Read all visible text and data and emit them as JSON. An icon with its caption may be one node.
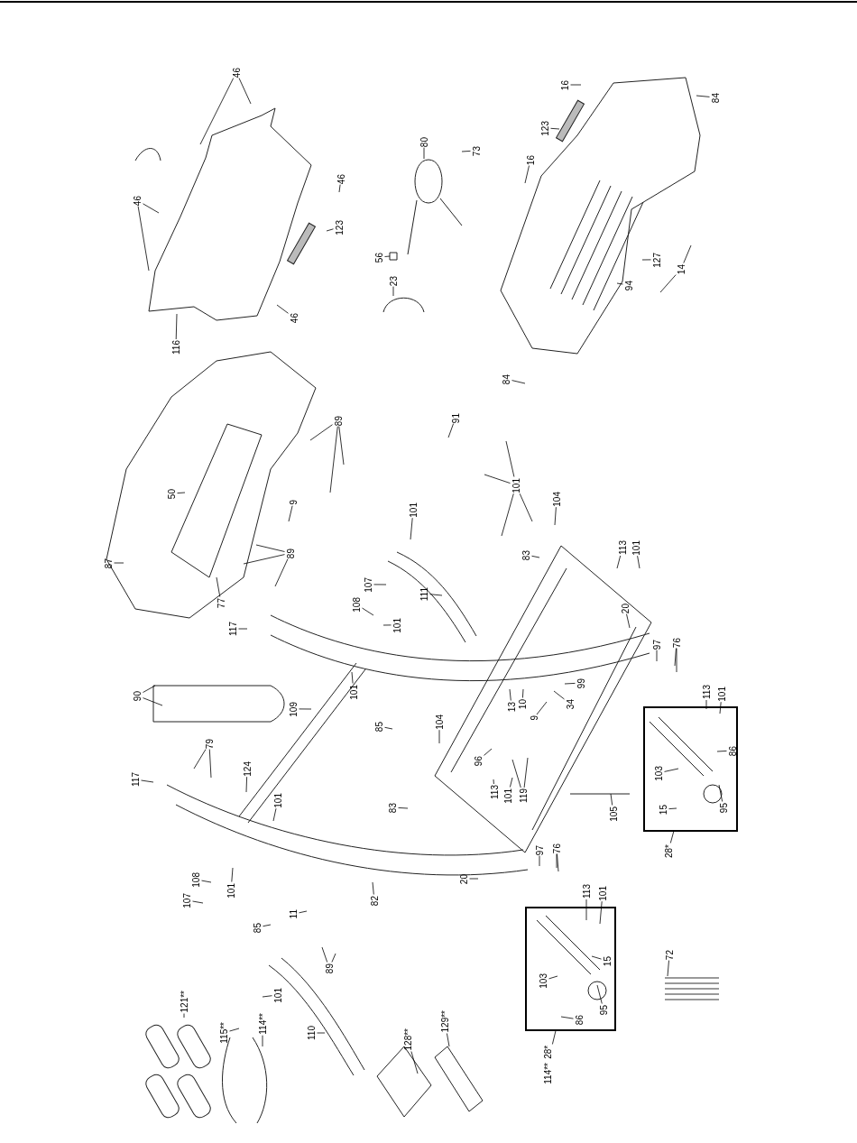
{
  "diagram": {
    "nodes": [
      {
        "text": [
          "46"
        ]
      },
      {
        "text": [
          "46"
        ]
      },
      {
        "text": [
          "46"
        ]
      },
      {
        "text": [
          "123"
        ]
      },
      {
        "text": [
          "116"
        ]
      },
      {
        "text": [
          "46"
        ]
      },
      {
        "text": [
          "80"
        ]
      },
      {
        "text": [
          "73"
        ]
      },
      {
        "text": [
          "56"
        ]
      },
      {
        "text": [
          "23"
        ]
      },
      {
        "text": [
          "16"
        ]
      },
      {
        "text": [
          "123"
        ]
      },
      {
        "text": [
          "84"
        ]
      },
      {
        "text": [
          "16"
        ]
      },
      {
        "text": [
          "127"
        ]
      },
      {
        "text": [
          "14"
        ]
      },
      {
        "text": [
          "94"
        ]
      },
      {
        "text": [
          "84"
        ]
      },
      {
        "text": [
          "87"
        ]
      },
      {
        "text": [
          "50"
        ]
      },
      {
        "text": [
          "77"
        ]
      },
      {
        "text": [
          "89"
        ]
      },
      {
        "text": [
          "9"
        ]
      },
      {
        "text": [
          "89"
        ]
      },
      {
        "text": [
          "117"
        ]
      },
      {
        "text": [
          "91"
        ]
      },
      {
        "text": [
          "101"
        ]
      },
      {
        "text": [
          "101"
        ]
      },
      {
        "text": [
          "104"
        ]
      },
      {
        "text": [
          "83"
        ]
      },
      {
        "text": [
          "113"
        ]
      },
      {
        "text": [
          "101"
        ]
      },
      {
        "text": [
          "111"
        ]
      },
      {
        "text": [
          "107"
        ]
      },
      {
        "text": [
          "108"
        ]
      },
      {
        "text": [
          "101"
        ]
      },
      {
        "text": [
          "20"
        ]
      },
      {
        "text": [
          "97"
        ]
      },
      {
        "text": [
          "76"
        ]
      },
      {
        "text": [
          "99"
        ]
      },
      {
        "text": [
          "13"
        ]
      },
      {
        "text": [
          "10"
        ]
      },
      {
        "text": [
          "9"
        ]
      },
      {
        "text": [
          "34"
        ]
      },
      {
        "text": [
          "90"
        ]
      },
      {
        "text": [
          "109"
        ]
      },
      {
        "text": [
          "101"
        ]
      },
      {
        "text": [
          "85"
        ]
      },
      {
        "text": [
          "104"
        ]
      },
      {
        "text": [
          "79"
        ]
      },
      {
        "text": [
          "124"
        ]
      },
      {
        "text": [
          "117"
        ]
      },
      {
        "text": [
          "101"
        ]
      },
      {
        "text": [
          "96"
        ]
      },
      {
        "text": [
          "113"
        ]
      },
      {
        "text": [
          "101"
        ]
      },
      {
        "text": [
          "119"
        ]
      },
      {
        "text": [
          "83"
        ]
      },
      {
        "text": [
          "105"
        ]
      },
      {
        "text": [
          "108"
        ]
      },
      {
        "text": [
          "107"
        ]
      },
      {
        "text": [
          "101"
        ]
      },
      {
        "text": [
          "11"
        ]
      },
      {
        "text": [
          "85"
        ]
      },
      {
        "text": [
          "82"
        ]
      },
      {
        "text": [
          "20"
        ]
      },
      {
        "text": [
          "97"
        ]
      },
      {
        "text": [
          "76"
        ]
      },
      {
        "text": [
          "89"
        ]
      },
      {
        "text": [
          "101"
        ]
      },
      {
        "text": [
          "110"
        ]
      },
      {
        "text": [
          "121**"
        ]
      },
      {
        "text": [
          "115**"
        ]
      },
      {
        "text": [
          "114**"
        ]
      },
      {
        "text": [
          "128**"
        ]
      },
      {
        "text": [
          "129**"
        ]
      },
      {
        "text": [],
        "shape": "box"
      },
      {
        "text": [
          "86"
        ],
        "in": 76
      },
      {
        "text": [
          "103"
        ],
        "in": 76
      },
      {
        "text": [
          "15"
        ],
        "in": 76
      },
      {
        "text": [
          "95"
        ],
        "in": 76
      },
      {
        "text": [
          "113"
        ]
      },
      {
        "text": [
          "101"
        ]
      },
      {
        "text": [
          "28*"
        ]
      },
      {
        "text": [],
        "shape": "box"
      },
      {
        "text": [
          "103"
        ],
        "in": 84
      },
      {
        "text": [
          "15"
        ],
        "in": 84
      },
      {
        "text": [
          "95"
        ],
        "in": 84
      },
      {
        "text": [
          "86"
        ],
        "in": 84
      },
      {
        "text": [
          "113"
        ]
      },
      {
        "text": [
          "101"
        ]
      },
      {
        "text": [
          "114**",
          "28*"
        ]
      },
      {
        "text": [
          "72"
        ]
      }
    ],
    "edges": [
      {
        "from": 0,
        "to": null,
        "arrow": "none"
      },
      {
        "from": 0,
        "to": null,
        "arrow": "none"
      },
      {
        "from": 1,
        "to": null,
        "arrow": "none"
      },
      {
        "from": 2,
        "to": null,
        "arrow": "none"
      },
      {
        "from": 2,
        "to": null,
        "arrow": "none"
      },
      {
        "from": 3,
        "to": null,
        "arrow": "none"
      },
      {
        "from": 4,
        "to": null,
        "arrow": "none"
      },
      {
        "from": 5,
        "to": null,
        "arrow": "none"
      },
      {
        "from": 6,
        "to": null,
        "arrow": "none"
      },
      {
        "from": 7,
        "to": null,
        "arrow": "none"
      },
      {
        "from": 8,
        "to": null,
        "arrow": "none"
      },
      {
        "from": 9,
        "to": null,
        "arrow": "none"
      },
      {
        "from": 10,
        "to": null,
        "arrow": "none"
      },
      {
        "from": 11,
        "to": null,
        "arrow": "none"
      },
      {
        "from": 12,
        "to": null,
        "arrow": "none"
      },
      {
        "from": 13,
        "to": null,
        "arrow": "none"
      },
      {
        "from": 14,
        "to": null,
        "arrow": "none"
      },
      {
        "from": 15,
        "to": null,
        "arrow": "none"
      },
      {
        "from": 15,
        "to": null,
        "arrow": "none"
      },
      {
        "from": 16,
        "to": null,
        "arrow": "none"
      },
      {
        "from": 17,
        "to": null,
        "arrow": "none"
      },
      {
        "from": 18,
        "to": null,
        "arrow": "none"
      },
      {
        "from": 19,
        "to": null,
        "arrow": "none"
      },
      {
        "from": 20,
        "to": null,
        "arrow": "none"
      },
      {
        "from": 21,
        "to": null,
        "arrow": "none"
      },
      {
        "from": 21,
        "to": null,
        "arrow": "none"
      },
      {
        "from": 21,
        "to": null,
        "arrow": "none"
      },
      {
        "from": 22,
        "to": null,
        "arrow": "none"
      },
      {
        "from": 23,
        "to": null,
        "arrow": "none"
      },
      {
        "from": 23,
        "to": null,
        "arrow": "none"
      },
      {
        "from": 23,
        "to": null,
        "arrow": "none"
      },
      {
        "from": 24,
        "to": null,
        "arrow": "none"
      },
      {
        "from": 25,
        "to": null,
        "arrow": "none"
      },
      {
        "from": 26,
        "to": null,
        "arrow": "none"
      },
      {
        "from": 27,
        "to": null,
        "arrow": "none"
      },
      {
        "from": 27,
        "to": null,
        "arrow": "none"
      },
      {
        "from": 27,
        "to": null,
        "arrow": "none"
      },
      {
        "from": 27,
        "to": null,
        "arrow": "none"
      },
      {
        "from": 28,
        "to": null,
        "arrow": "none"
      },
      {
        "from": 29,
        "to": null,
        "arrow": "none"
      },
      {
        "from": 30,
        "to": null,
        "arrow": "none"
      },
      {
        "from": 31,
        "to": null,
        "arrow": "none"
      },
      {
        "from": 32,
        "to": null,
        "arrow": "none"
      },
      {
        "from": 33,
        "to": null,
        "arrow": "none"
      },
      {
        "from": 34,
        "to": null,
        "arrow": "none"
      },
      {
        "from": 35,
        "to": null,
        "arrow": "none"
      },
      {
        "from": 36,
        "to": null,
        "arrow": "none"
      },
      {
        "from": 37,
        "to": null,
        "arrow": "none"
      },
      {
        "from": 38,
        "to": null,
        "arrow": "none"
      },
      {
        "from": 38,
        "to": null,
        "arrow": "none"
      },
      {
        "from": 39,
        "to": null,
        "arrow": "none"
      },
      {
        "from": 40,
        "to": null,
        "arrow": "none"
      },
      {
        "from": 41,
        "to": null,
        "arrow": "none"
      },
      {
        "from": 42,
        "to": null,
        "arrow": "none"
      },
      {
        "from": 43,
        "to": null,
        "arrow": "none"
      },
      {
        "from": 44,
        "to": null,
        "arrow": "none"
      },
      {
        "from": 44,
        "to": null,
        "arrow": "none"
      },
      {
        "from": 45,
        "to": null,
        "arrow": "none"
      },
      {
        "from": 46,
        "to": null,
        "arrow": "none"
      },
      {
        "from": 47,
        "to": null,
        "arrow": "none"
      },
      {
        "from": 48,
        "to": null,
        "arrow": "none"
      },
      {
        "from": 49,
        "to": null,
        "arrow": "none"
      },
      {
        "from": 49,
        "to": null,
        "arrow": "none"
      },
      {
        "from": 50,
        "to": null,
        "arrow": "none"
      },
      {
        "from": 51,
        "to": null,
        "arrow": "none"
      },
      {
        "from": 52,
        "to": null,
        "arrow": "none"
      },
      {
        "from": 53,
        "to": null,
        "arrow": "none"
      },
      {
        "from": 54,
        "to": null,
        "arrow": "none"
      },
      {
        "from": 55,
        "to": null,
        "arrow": "none"
      },
      {
        "from": 56,
        "to": null,
        "arrow": "none"
      },
      {
        "from": 56,
        "to": null,
        "arrow": "none"
      },
      {
        "from": 57,
        "to": null,
        "arrow": "none"
      },
      {
        "from": 58,
        "to": null,
        "arrow": "none"
      },
      {
        "from": 59,
        "to": null,
        "arrow": "none"
      },
      {
        "from": 60,
        "to": null,
        "arrow": "none"
      },
      {
        "from": 61,
        "to": null,
        "arrow": "none"
      },
      {
        "from": 62,
        "to": null,
        "arrow": "none"
      },
      {
        "from": 63,
        "to": null,
        "arrow": "none"
      },
      {
        "from": 64,
        "to": null,
        "arrow": "none"
      },
      {
        "from": 65,
        "to": null,
        "arrow": "none"
      },
      {
        "from": 66,
        "to": null,
        "arrow": "none"
      },
      {
        "from": 67,
        "to": null,
        "arrow": "none"
      },
      {
        "from": 67,
        "to": null,
        "arrow": "none"
      },
      {
        "from": 68,
        "to": null,
        "arrow": "none"
      },
      {
        "from": 68,
        "to": null,
        "arrow": "none"
      },
      {
        "from": 69,
        "to": null,
        "arrow": "none"
      },
      {
        "from": 70,
        "to": null,
        "arrow": "none"
      },
      {
        "from": 71,
        "to": null,
        "arrow": "none"
      },
      {
        "from": 72,
        "to": null,
        "arrow": "none"
      },
      {
        "from": 73,
        "to": null,
        "arrow": "none"
      },
      {
        "from": 74,
        "to": null,
        "arrow": "none"
      },
      {
        "from": 75,
        "to": null,
        "arrow": "none"
      },
      {
        "from": 77,
        "to": null,
        "arrow": "none"
      },
      {
        "from": 78,
        "to": null,
        "arrow": "none"
      },
      {
        "from": 79,
        "to": null,
        "arrow": "none"
      },
      {
        "from": 80,
        "to": null,
        "arrow": "none"
      },
      {
        "from": 81,
        "to": null,
        "arrow": "none"
      },
      {
        "from": 82,
        "to": null,
        "arrow": "none"
      },
      {
        "from": 83,
        "to": 76,
        "arrow": "none"
      },
      {
        "from": 85,
        "to": null,
        "arrow": "none"
      },
      {
        "from": 86,
        "to": null,
        "arrow": "none"
      },
      {
        "from": 87,
        "to": null,
        "arrow": "none"
      },
      {
        "from": 88,
        "to": null,
        "arrow": "none"
      },
      {
        "from": 89,
        "to": null,
        "arrow": "none"
      },
      {
        "from": 90,
        "to": null,
        "arrow": "none"
      },
      {
        "from": 91,
        "to": 84,
        "arrow": "none"
      },
      {
        "from": 92,
        "to": null,
        "arrow": "none"
      }
    ]
  }
}
